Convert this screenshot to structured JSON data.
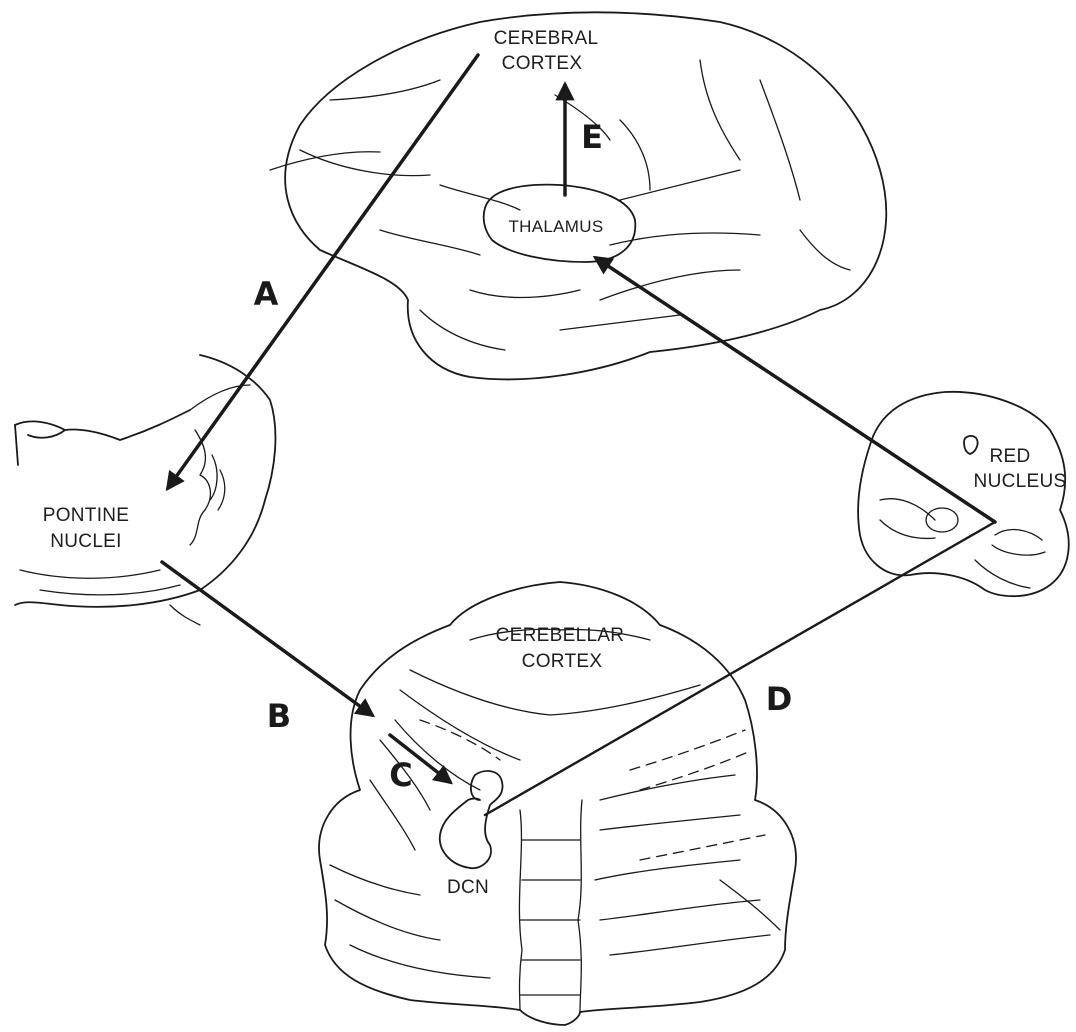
{
  "structures": {
    "cerebral_cortex": [
      "CEREBRAL",
      "CORTEX"
    ],
    "thalamus": "THALAMUS",
    "pontine_nuclei": [
      "PONTINE",
      "NUCLEI"
    ],
    "red_nucleus": [
      "RED",
      "NUCLEUS"
    ],
    "cerebellar_cortex": [
      "CEREBELLAR",
      "CORTEX"
    ],
    "dcn": "DCN"
  },
  "pathways": {
    "a": "A",
    "b": "B",
    "c": "C",
    "d": "D",
    "e": "E"
  },
  "colors": {
    "ink": "#1a1a1a",
    "background": "#ffffff"
  }
}
